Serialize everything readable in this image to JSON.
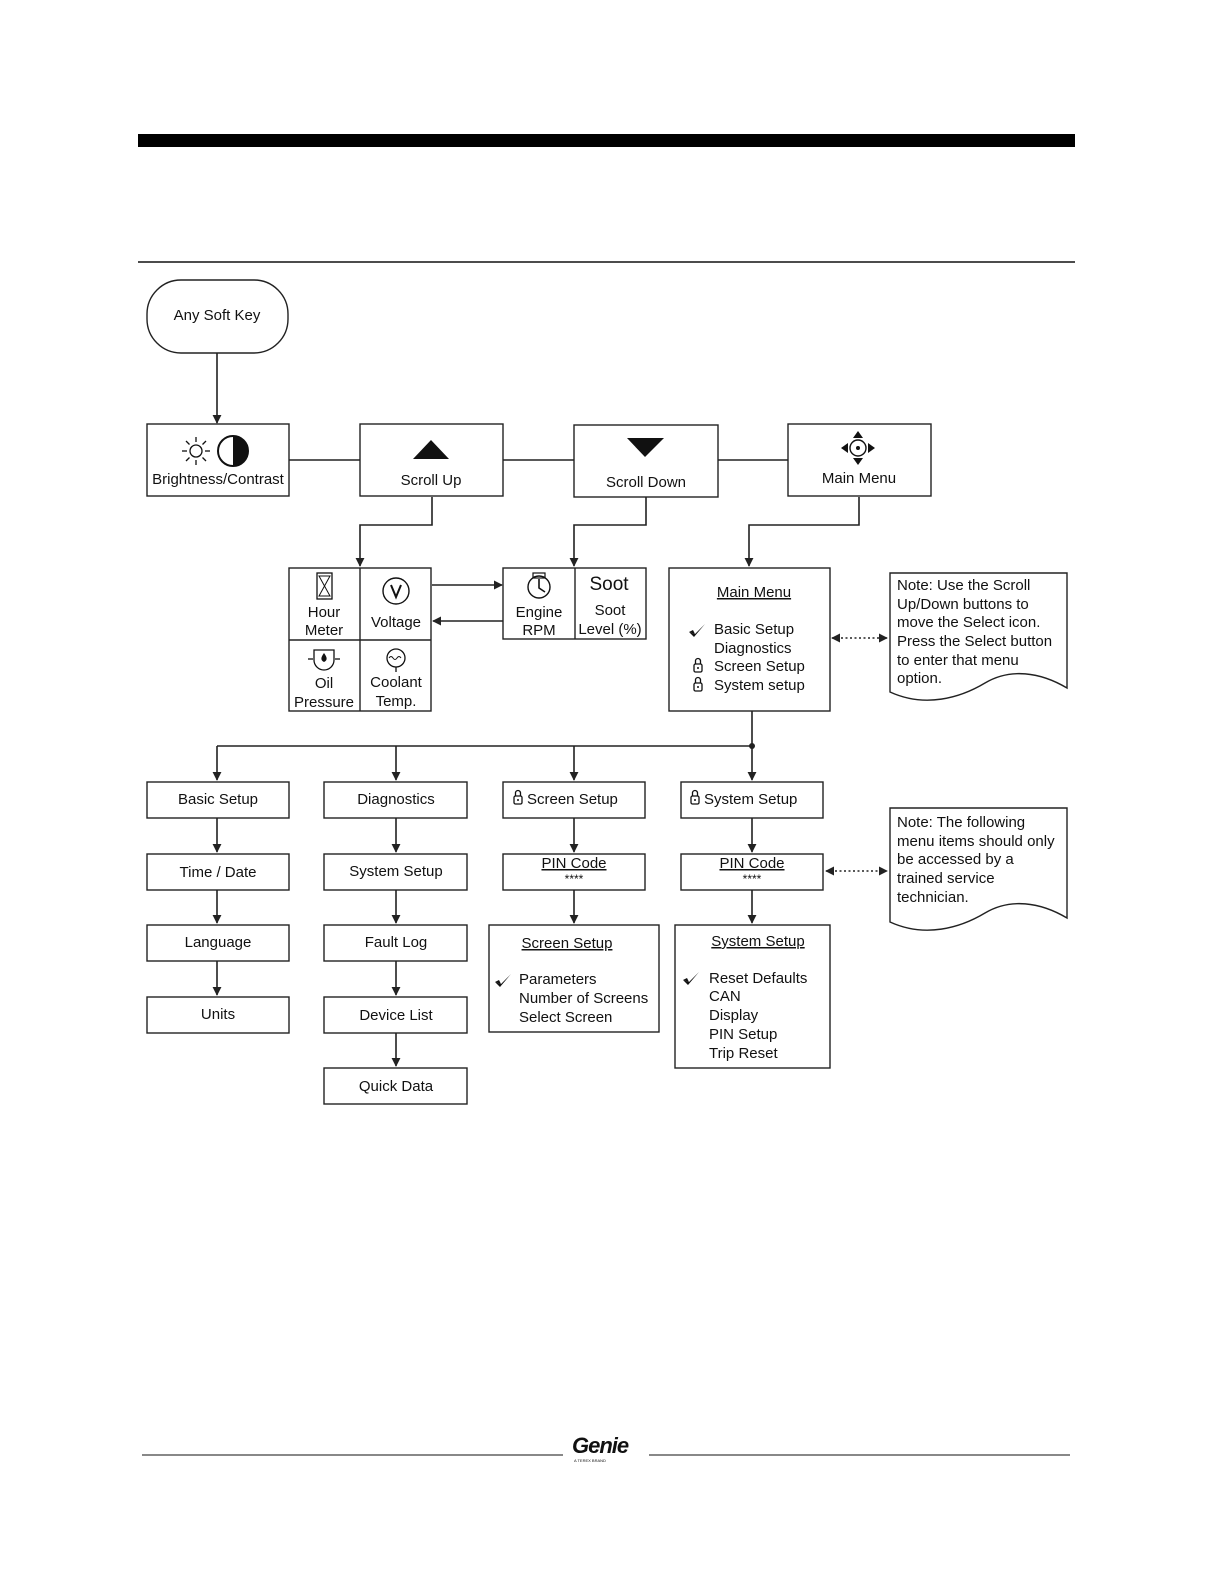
{
  "soft_key": {
    "label": "Any Soft Key"
  },
  "top_buttons": {
    "brightness": "Brightness/Contrast",
    "scroll_up": "Scroll Up",
    "scroll_down": "Scroll Down",
    "main_menu": "Main Menu"
  },
  "gauges": {
    "hour_meter": [
      "Hour",
      "Meter"
    ],
    "voltage": "Voltage",
    "oil_pressure": [
      "Oil",
      "Pressure"
    ],
    "coolant_temp": [
      "Coolant",
      "Temp."
    ],
    "engine_rpm": [
      "Engine",
      "RPM"
    ],
    "soot": {
      "title": "Soot",
      "lines": [
        "Soot",
        "Level (%)"
      ]
    }
  },
  "main_menu_screen": {
    "title": "Main Menu",
    "items": [
      "Basic Setup",
      "Diagnostics",
      "Screen Setup",
      "System setup"
    ]
  },
  "note1": [
    "Note: Use the Scroll",
    "Up/Down buttons to",
    "move the Select icon.",
    "Press the Select button",
    "to enter that menu",
    "option."
  ],
  "note2": [
    "Note: The following",
    "menu items should only",
    "be accessed by a",
    "trained service",
    "technician."
  ],
  "basic_setup_col": [
    "Basic Setup",
    "Time / Date",
    "Language",
    "Units"
  ],
  "diagnostics_col": [
    "Diagnostics",
    "System Setup",
    "Fault Log",
    "Device List",
    "Quick Data"
  ],
  "screen_setup_col": {
    "header": "Screen Setup",
    "pin_title": "PIN Code",
    "pin_value": "****",
    "screen_title": "Screen Setup",
    "items": [
      "Parameters",
      "Number of Screens",
      "Select Screen"
    ]
  },
  "system_setup_col": {
    "header": "System Setup",
    "pin_title": "PIN Code",
    "pin_value": "****",
    "screen_title": "System Setup",
    "items": [
      "Reset Defaults",
      "CAN",
      "Display",
      "PIN Setup",
      "Trip Reset"
    ]
  },
  "footer": {
    "logo": "Genie",
    "logo_sub": "A TEREX BRAND"
  }
}
